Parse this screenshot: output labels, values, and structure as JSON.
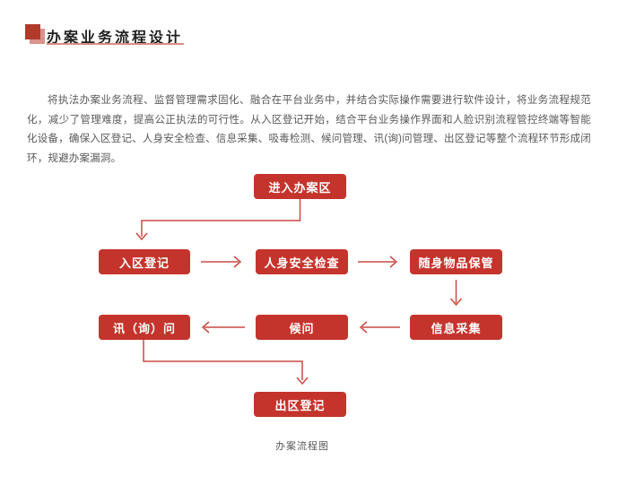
{
  "header": {
    "title": "办案业务流程设计"
  },
  "intro": {
    "text": "将执法办案业务流程、监督管理需求固化、融合在平台业务中，并结合实际操作需要进行软件设计，将业务流程规范化，减少了管理难度，提高公正执法的可行性。从入区登记开始，结合平台业务操作界面和人脸识别流程管控终端等智能化设备，确保入区登记、人身安全检查、信息采集、吸毒检测、候问管理、讯(询)问管理、出区登记等整个流程环节形成闭环，规避办案漏洞。"
  },
  "flowchart": {
    "caption": "办案流程图",
    "nodes": [
      {
        "id": "enter-area",
        "label": "进入办案区"
      },
      {
        "id": "entry-registration",
        "label": "入区登记"
      },
      {
        "id": "safety-check",
        "label": "人身安全检查"
      },
      {
        "id": "belongings-storage",
        "label": "随身物品保管"
      },
      {
        "id": "interrogation",
        "label": "讯（询）问"
      },
      {
        "id": "waiting",
        "label": "候问"
      },
      {
        "id": "info-collection",
        "label": "信息采集"
      },
      {
        "id": "exit-registration",
        "label": "出区登记"
      }
    ],
    "edges": [
      {
        "from": "enter-area",
        "to": "entry-registration"
      },
      {
        "from": "entry-registration",
        "to": "safety-check"
      },
      {
        "from": "safety-check",
        "to": "belongings-storage"
      },
      {
        "from": "belongings-storage",
        "to": "info-collection"
      },
      {
        "from": "info-collection",
        "to": "waiting"
      },
      {
        "from": "waiting",
        "to": "interrogation"
      },
      {
        "from": "interrogation",
        "to": "exit-registration"
      }
    ]
  },
  "colors": {
    "node_background": "#C4342C",
    "node_text": "#FFFFFF",
    "arrow": "#CB4A42",
    "title_text": "#1F1F1F",
    "title_underline": "#D98C83",
    "marker_dark": "#B23A2B",
    "marker_light": "#D9938B",
    "body_text": "#595959"
  }
}
